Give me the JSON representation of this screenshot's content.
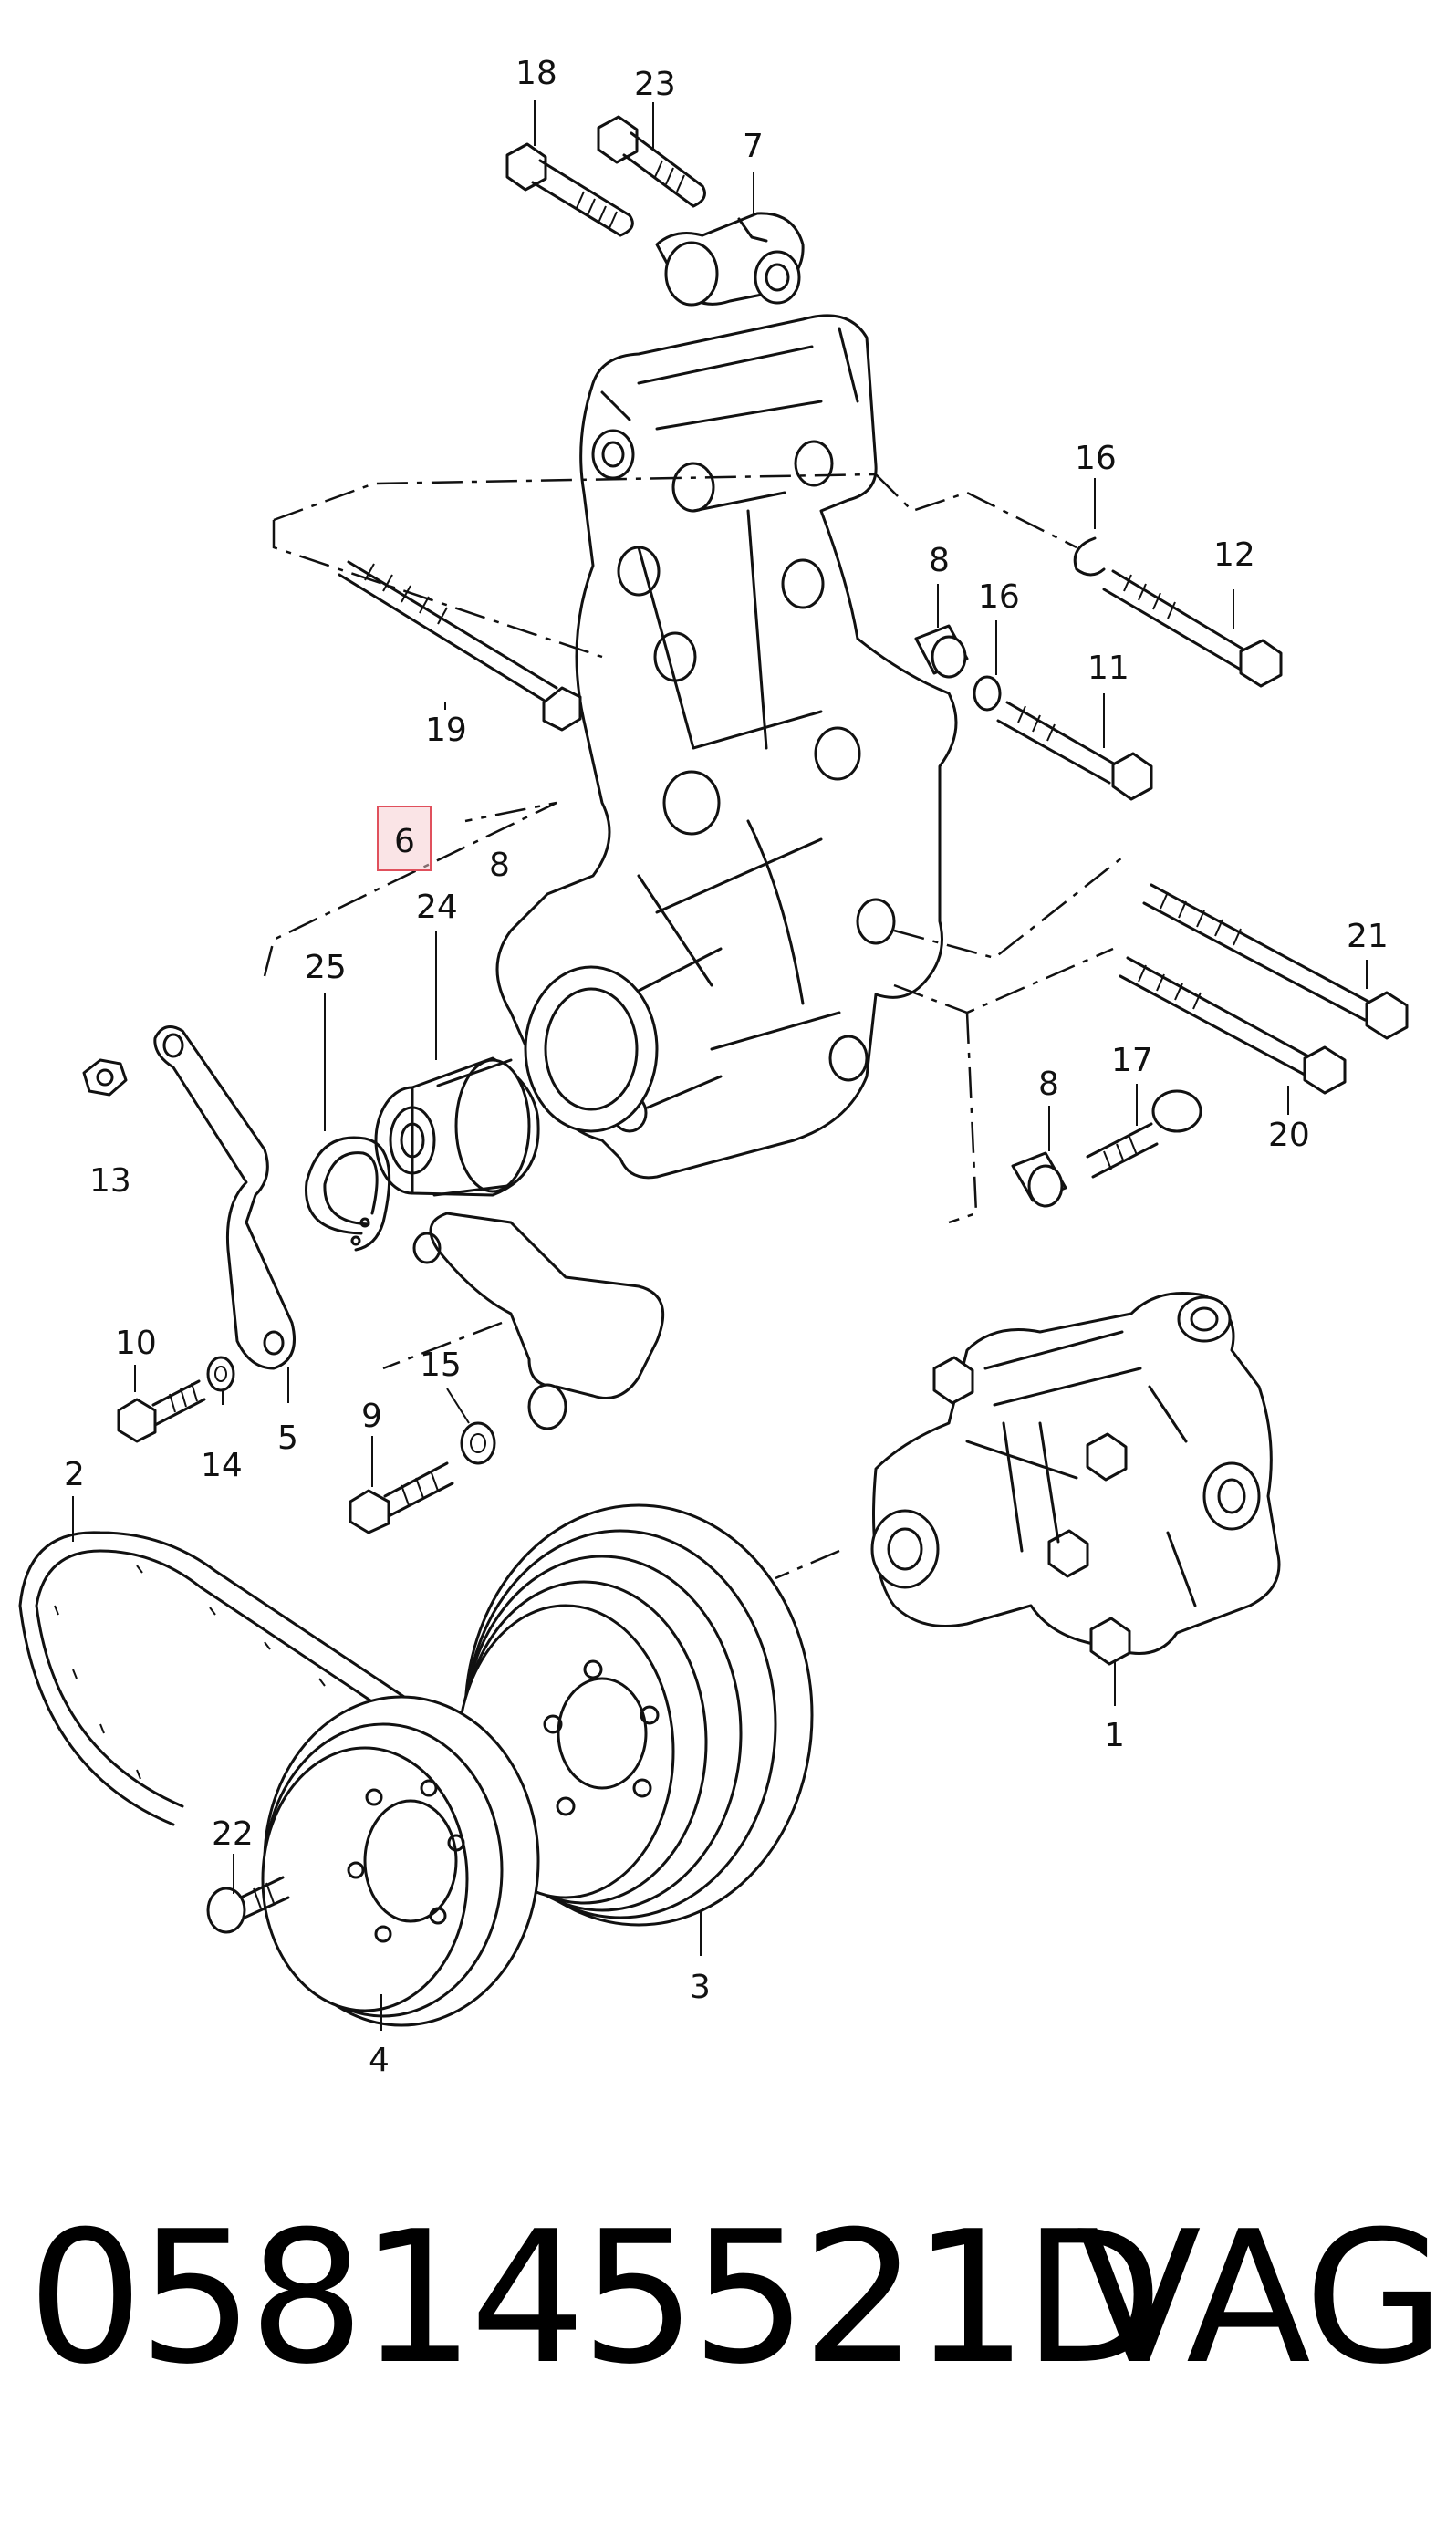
{
  "part": {
    "number": "058145521D",
    "brand": "VAG"
  },
  "callouts": [
    {
      "id": "c18",
      "text": "18",
      "hl": false
    },
    {
      "id": "c23",
      "text": "23",
      "hl": false
    },
    {
      "id": "c7",
      "text": "7",
      "hl": false
    },
    {
      "id": "c16a",
      "text": "16",
      "hl": false
    },
    {
      "id": "c12",
      "text": "12",
      "hl": false
    },
    {
      "id": "c8a",
      "text": "8",
      "hl": false
    },
    {
      "id": "c16b",
      "text": "16",
      "hl": false
    },
    {
      "id": "c11",
      "text": "11",
      "hl": false
    },
    {
      "id": "c19",
      "text": "19",
      "hl": false
    },
    {
      "id": "c6",
      "text": "6",
      "hl": true
    },
    {
      "id": "c8b",
      "text": "8",
      "hl": false
    },
    {
      "id": "c24",
      "text": "24",
      "hl": false
    },
    {
      "id": "c25",
      "text": "25",
      "hl": false
    },
    {
      "id": "c21",
      "text": "21",
      "hl": false
    },
    {
      "id": "c13",
      "text": "13",
      "hl": false
    },
    {
      "id": "c8c",
      "text": "8",
      "hl": false
    },
    {
      "id": "c17",
      "text": "17",
      "hl": false
    },
    {
      "id": "c20",
      "text": "20",
      "hl": false
    },
    {
      "id": "c10",
      "text": "10",
      "hl": false
    },
    {
      "id": "c15",
      "text": "15",
      "hl": false
    },
    {
      "id": "c14",
      "text": "14",
      "hl": false
    },
    {
      "id": "c5",
      "text": "5",
      "hl": false
    },
    {
      "id": "c9",
      "text": "9",
      "hl": false
    },
    {
      "id": "c2",
      "text": "2",
      "hl": false
    },
    {
      "id": "c1",
      "text": "1",
      "hl": false
    },
    {
      "id": "c22",
      "text": "22",
      "hl": false
    },
    {
      "id": "c3",
      "text": "3",
      "hl": false
    },
    {
      "id": "c4",
      "text": "4",
      "hl": false
    }
  ],
  "colors": {
    "line": "#111111",
    "highlight_fill": "#f6c9cd",
    "highlight_stroke": "#e0505c"
  }
}
